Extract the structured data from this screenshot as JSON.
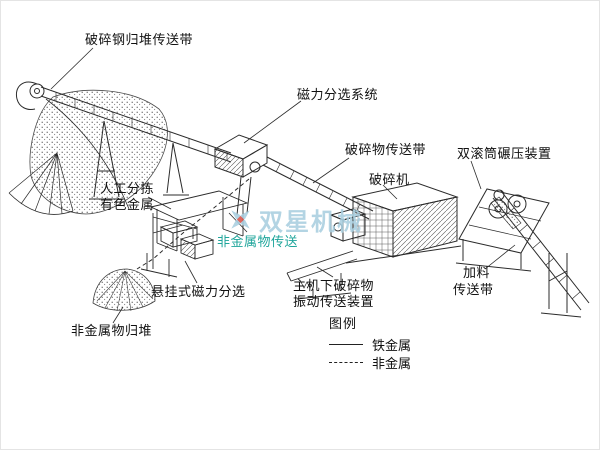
{
  "watermark": {
    "text": "双星机械"
  },
  "labels": {
    "crushed_steel_pile_conveyor": "破碎钢归堆传送带",
    "magnetic_separation_system": "磁力分选系统",
    "crushed_material_conveyor": "破碎物传送带",
    "double_roller_press": "双滚筒碾压装置",
    "crusher": "破碎机",
    "manual_sorting_line1": "人工分拣",
    "manual_sorting_line2": "有色金属",
    "nonmetal_transfer": "非金属物传送",
    "suspended_magnetic_separator": "悬挂式磁力分选",
    "under_crusher_line1": "主机下破碎物",
    "under_crusher_line2": "振动传送装置",
    "feed_conveyor_line1": "加料",
    "feed_conveyor_line2": "传送带",
    "nonmetal_pile": "非金属物归堆"
  },
  "legend": {
    "title": "图例",
    "items": [
      {
        "label": "铁金属",
        "style": "solid"
      },
      {
        "label": "非金属",
        "style": "dashed"
      }
    ]
  },
  "colors": {
    "line": "#2b2b2b",
    "nonmetal_text": "#1fa59b",
    "watermark_blue": "#a9cfe0",
    "watermark_red": "#d9534a"
  }
}
